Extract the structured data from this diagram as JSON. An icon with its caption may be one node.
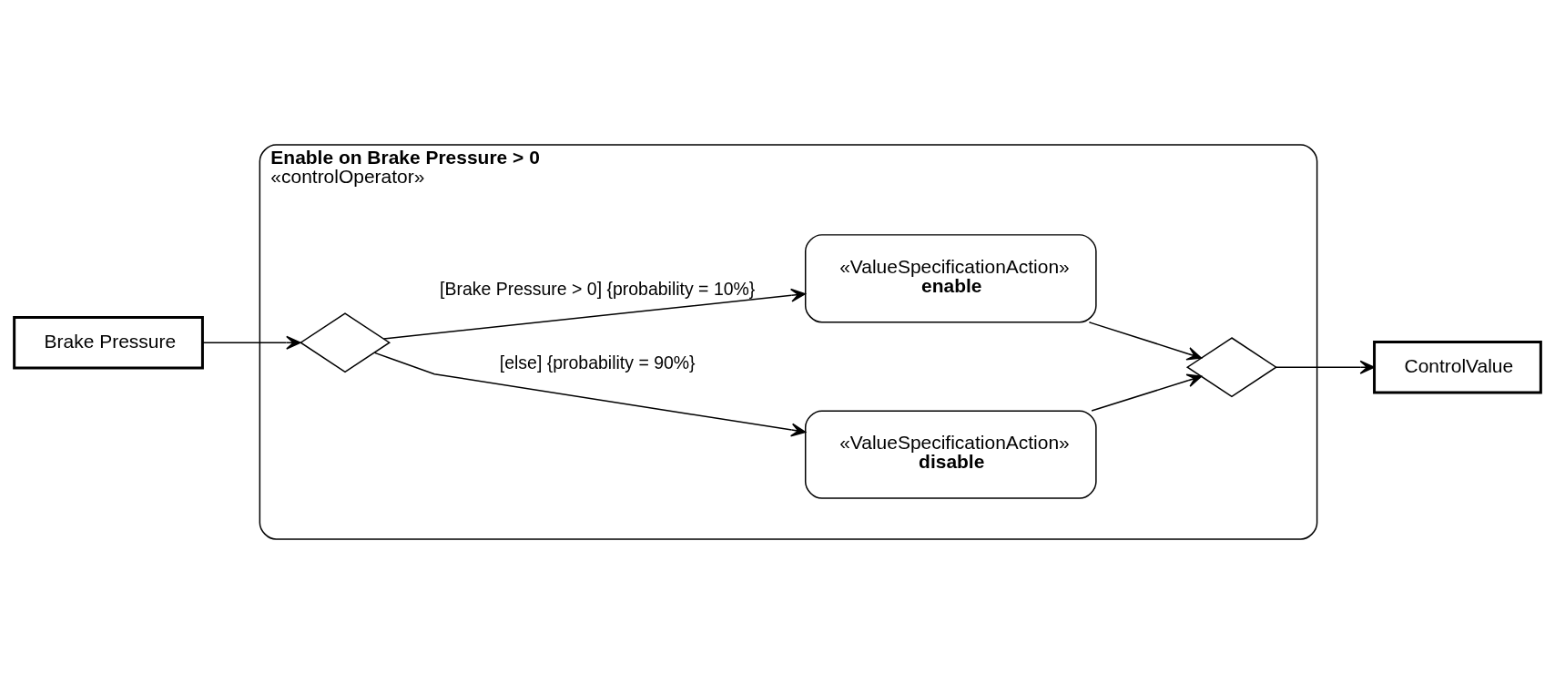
{
  "diagram": {
    "nodes": [
      {
        "text": [
          "Enable on Brake Pressure > 0",
          "«controlOperator»"
        ]
      },
      {
        "text": [
          "Brake Pressure"
        ]
      },
      {
        "text": [],
        "shape": "diamond",
        "in": 0
      },
      {
        "text": [
          "«ValueSpecificationAction»",
          "enable"
        ],
        "in": 0
      },
      {
        "text": [
          "«ValueSpecificationAction»",
          "disable"
        ],
        "in": 0
      },
      {
        "text": [],
        "shape": "diamond",
        "in": 0
      },
      {
        "text": [
          "ControlValue"
        ]
      }
    ],
    "edges": [
      {
        "from": 1,
        "to": 2,
        "arrow": "to"
      },
      {
        "from": 2,
        "to": 3,
        "arrow": "to",
        "label": "[Brake Pressure > 0] {probability = 10%}"
      },
      {
        "from": 2,
        "to": 4,
        "arrow": "to",
        "label": "[else] {probability = 90%}"
      },
      {
        "from": 3,
        "to": 5,
        "arrow": "to"
      },
      {
        "from": 4,
        "to": 5,
        "arrow": "to"
      },
      {
        "from": 5,
        "to": 6,
        "arrow": "to"
      }
    ]
  }
}
